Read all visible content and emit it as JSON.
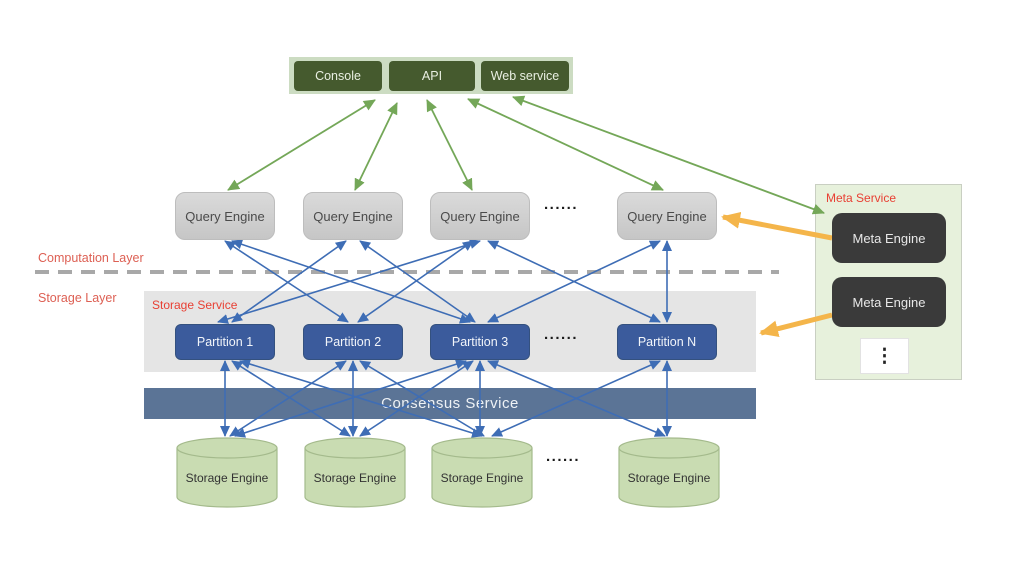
{
  "diagram_title": "Graph database architecture diagram",
  "colors": {
    "dark_green_box": "#455a2e",
    "top_strip": "#ccdcc2",
    "query_engine_gray": "#cecece",
    "partition_blue": "#3b5b9c",
    "consensus_blue": "#5b7496",
    "storage_engine_green": "#c9dcb2",
    "meta_panel_green": "#e7f1dc",
    "meta_engine_dark": "#3a3a3a",
    "green_arrow": "#74a758",
    "blue_arrow": "#3e6db5",
    "orange_arrow": "#f4b54a",
    "red_title": "#e83f33",
    "salmon_label": "#dd6054",
    "dashed_divider": "#a8a8a8"
  },
  "top_services": {
    "items": [
      "Console",
      "API",
      "Web service"
    ]
  },
  "query_engines": [
    "Query Engine",
    "Query Engine",
    "Query Engine",
    "Query Engine"
  ],
  "dots_horizontal": "......",
  "meta_service": {
    "title": "Meta Service",
    "engines": [
      "Meta Engine",
      "Meta Engine"
    ],
    "more_dots": "⋮"
  },
  "layers": {
    "computation": "Computation Layer",
    "storage": "Storage Layer"
  },
  "storage_service": {
    "title": "Storage Service",
    "partitions": [
      "Partition 1",
      "Partition 2",
      "Partition 3",
      "Partition N"
    ]
  },
  "consensus": {
    "label": "Consensus Service"
  },
  "storage_engines": [
    "Storage Engine",
    "Storage Engine",
    "Storage Engine",
    "Storage Engine"
  ]
}
